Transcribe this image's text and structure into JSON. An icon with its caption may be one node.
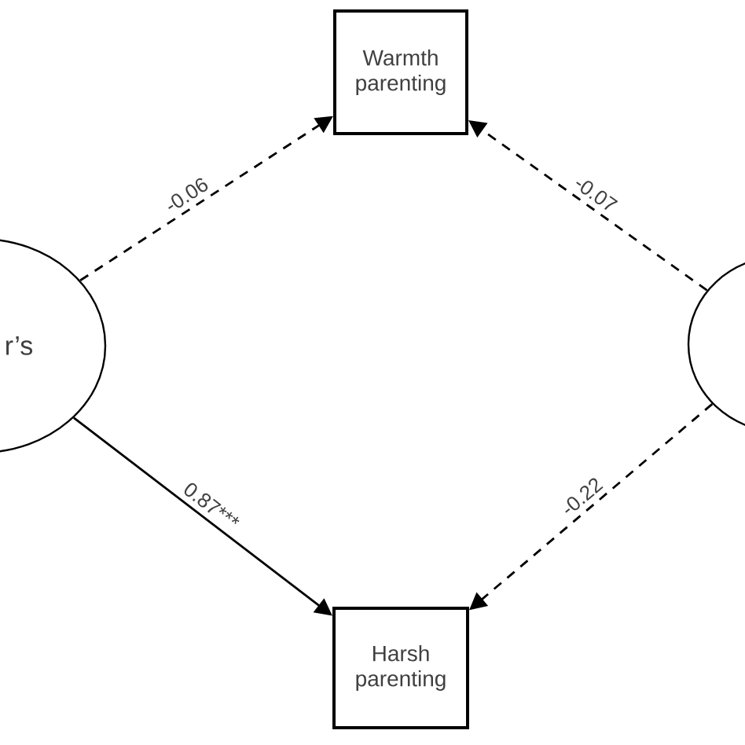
{
  "diagram": {
    "nodes": [
      {
        "text": [
          "r’s"
        ]
      },
      {
        "text": [
          "Warmth parenting"
        ]
      },
      {
        "text": [],
        "shape": "ellipse"
      },
      {
        "text": [
          "Harsh parenting"
        ]
      }
    ],
    "edges": [
      {
        "from": 0,
        "to": 1,
        "arrow": "to",
        "style": "dashed",
        "label": "-0.06"
      },
      {
        "from": 2,
        "to": 1,
        "arrow": "to",
        "style": "dashed",
        "label": "-0.07"
      },
      {
        "from": 0,
        "to": 3,
        "arrow": "to",
        "label": "0.87***"
      },
      {
        "from": 2,
        "to": 3,
        "arrow": "to",
        "style": "dashed",
        "label": "-0.22"
      }
    ]
  }
}
